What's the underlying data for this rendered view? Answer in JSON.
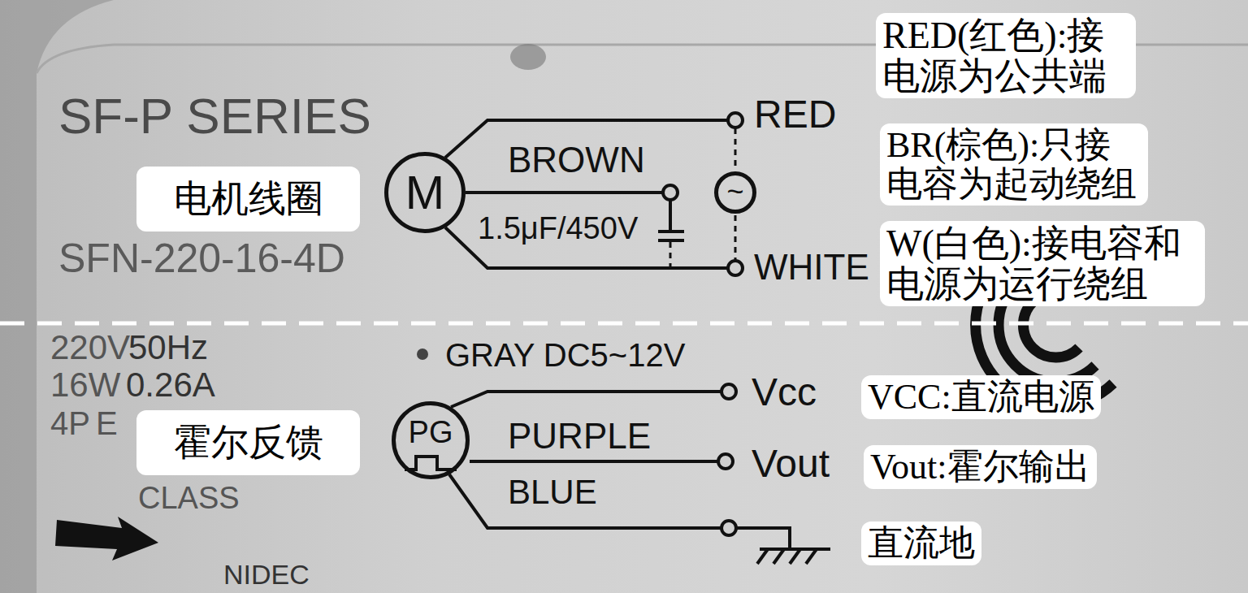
{
  "diagram": {
    "nodes": [
      {
        "text": [
          "电机线圈"
        ]
      },
      {
        "text": [
          "M"
        ]
      },
      {
        "text": [
          "~"
        ]
      },
      {
        "text": [
          "RED(红色):接电源为公共端"
        ]
      },
      {
        "text": [
          "BR(棕色):只接电容为起动绕组"
        ]
      },
      {
        "text": [
          "W(白色):接电容和电源为运行绕组"
        ]
      },
      {
        "text": [
          "霍尔反馈"
        ]
      },
      {
        "text": [
          "PG"
        ]
      },
      {
        "text": [
          "VCC:直流电源"
        ]
      },
      {
        "text": [
          "Vout:霍尔输出"
        ]
      },
      {
        "text": [
          "直流地"
        ]
      }
    ],
    "labels": [
      "SF-P SERIES",
      "SFN-220-16-4D",
      "BROWN",
      "1.5μF/450V",
      "RED",
      "WHITE",
      "220V",
      "50Hz",
      "16W",
      "0.26A",
      "4P",
      "E",
      "CLASS",
      "GRAY DC5~12V",
      "PURPLE",
      "BLUE",
      "Vcc",
      "Vout",
      "NIDEC"
    ]
  }
}
